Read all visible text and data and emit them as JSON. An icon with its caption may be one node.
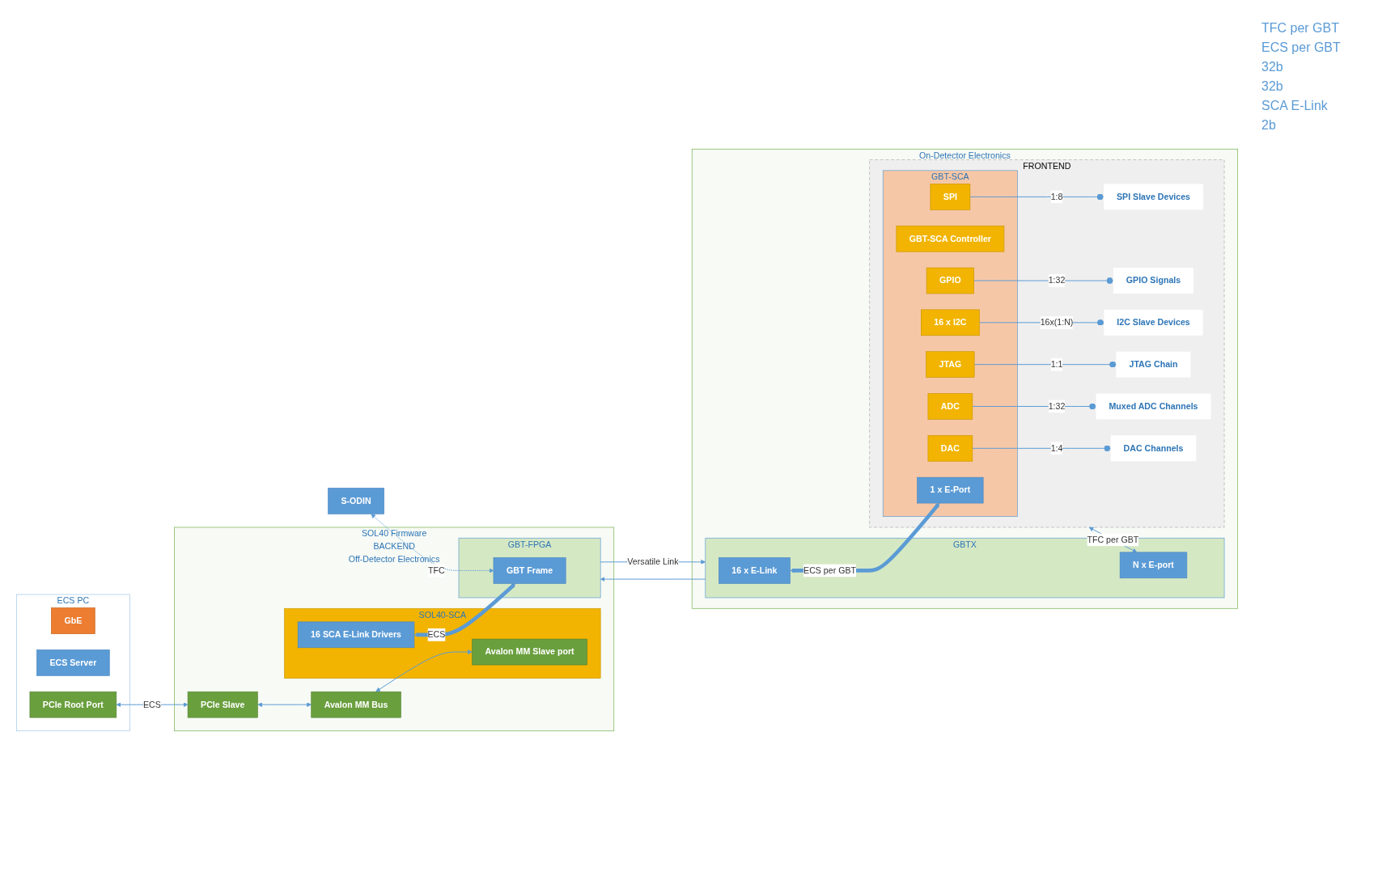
{
  "diagram": {
    "nodes": [
      {
        "text": [
          "ECS PC"
        ]
      },
      {
        "text": [
          "GbE"
        ],
        "in": 0
      },
      {
        "text": [
          "ECS Server"
        ],
        "in": 0
      },
      {
        "text": [
          "PCIe Root Port"
        ],
        "in": 0
      },
      {
        "text": [
          "S-ODIN"
        ]
      },
      {
        "text": [
          "SOL40 Firmware",
          "BACKEND",
          "Off-Detector Electronics"
        ]
      },
      {
        "text": [
          "PCIe Slave"
        ],
        "in": 5
      },
      {
        "text": [
          "Avalon MM Bus"
        ],
        "in": 5
      },
      {
        "text": [
          "SOL40-SCA"
        ],
        "in": 5
      },
      {
        "text": [
          "Avalon MM Slave port"
        ],
        "in": 8
      },
      {
        "text": [
          "16 SCA E-Link Drivers"
        ],
        "in": 8
      },
      {
        "text": [
          "GBT-FPGA"
        ],
        "in": 5
      },
      {
        "text": [
          "GBT Frame"
        ],
        "in": 11
      },
      {
        "text": [
          "On-Detector Electronics"
        ]
      },
      {
        "text": [
          "GBTX"
        ],
        "in": 13
      },
      {
        "text": [
          "16 x E-Link"
        ],
        "in": 14
      },
      {
        "text": [
          "N x E-port"
        ],
        "in": 14
      },
      {
        "text": [
          "FRONTEND"
        ],
        "in": 13
      },
      {
        "text": [
          "GBT-SCA"
        ],
        "in": 17
      },
      {
        "text": [
          "1 x E-Port"
        ],
        "in": 18
      },
      {
        "text": [
          "GBT-SCA Controller"
        ],
        "in": 18
      },
      {
        "text": [
          "SPI"
        ],
        "in": 18
      },
      {
        "text": [
          "GPIO"
        ],
        "in": 18
      },
      {
        "text": [
          "16 x I2C"
        ],
        "in": 18
      },
      {
        "text": [
          "JTAG"
        ],
        "in": 18
      },
      {
        "text": [
          "ADC"
        ],
        "in": 18
      },
      {
        "text": [
          "DAC"
        ],
        "in": 18
      },
      {
        "text": [
          "SPI Slave Devices"
        ],
        "in": 17
      },
      {
        "text": [
          "GPIO Signals"
        ],
        "in": 17
      },
      {
        "text": [
          "I2C  Slave Devices"
        ],
        "in": 17
      },
      {
        "text": [
          "JTAG Chain"
        ],
        "in": 17
      },
      {
        "text": [
          "Muxed ADC Channels"
        ],
        "in": 17
      },
      {
        "text": [
          "DAC Channels"
        ],
        "in": 17
      }
    ],
    "edges": [
      {
        "from": 3,
        "to": 6,
        "arrow": "both",
        "label": "ECS"
      },
      {
        "from": 4,
        "to": 12,
        "arrow": "both",
        "label": "TFC",
        "style": "dashed"
      },
      {
        "from": 6,
        "to": 7,
        "arrow": "both"
      },
      {
        "from": 7,
        "to": 9,
        "arrow": "both"
      },
      {
        "from": 10,
        "to": 12,
        "arrow": "both",
        "label": "ECS",
        "style": "thick"
      },
      {
        "from": 11,
        "to": 14,
        "arrow": "to",
        "label": "Versatile Link"
      },
      {
        "from": 14,
        "to": 11,
        "arrow": "to"
      },
      {
        "from": 15,
        "to": 19,
        "arrow": "both",
        "label": "ECS per GBT",
        "style": "thick"
      },
      {
        "from": 17,
        "to": 16,
        "arrow": "both",
        "label": "TFC per GBT"
      },
      {
        "from": 21,
        "to": 27,
        "arrow": "other",
        "label": "1:8"
      },
      {
        "from": 22,
        "to": 28,
        "arrow": "other",
        "label": "1:32"
      },
      {
        "from": 23,
        "to": 29,
        "arrow": "other",
        "label": "16x(1:N)"
      },
      {
        "from": 24,
        "to": 30,
        "arrow": "other",
        "label": "1:1"
      },
      {
        "from": 25,
        "to": 31,
        "arrow": "other",
        "label": "1:32"
      },
      {
        "from": 26,
        "to": 32,
        "arrow": "other",
        "label": "1:4"
      }
    ],
    "labels": [
      "TFC per GBT",
      "ECS per GBT",
      "32b",
      "32b",
      "SCA E-Link",
      "2b"
    ]
  }
}
